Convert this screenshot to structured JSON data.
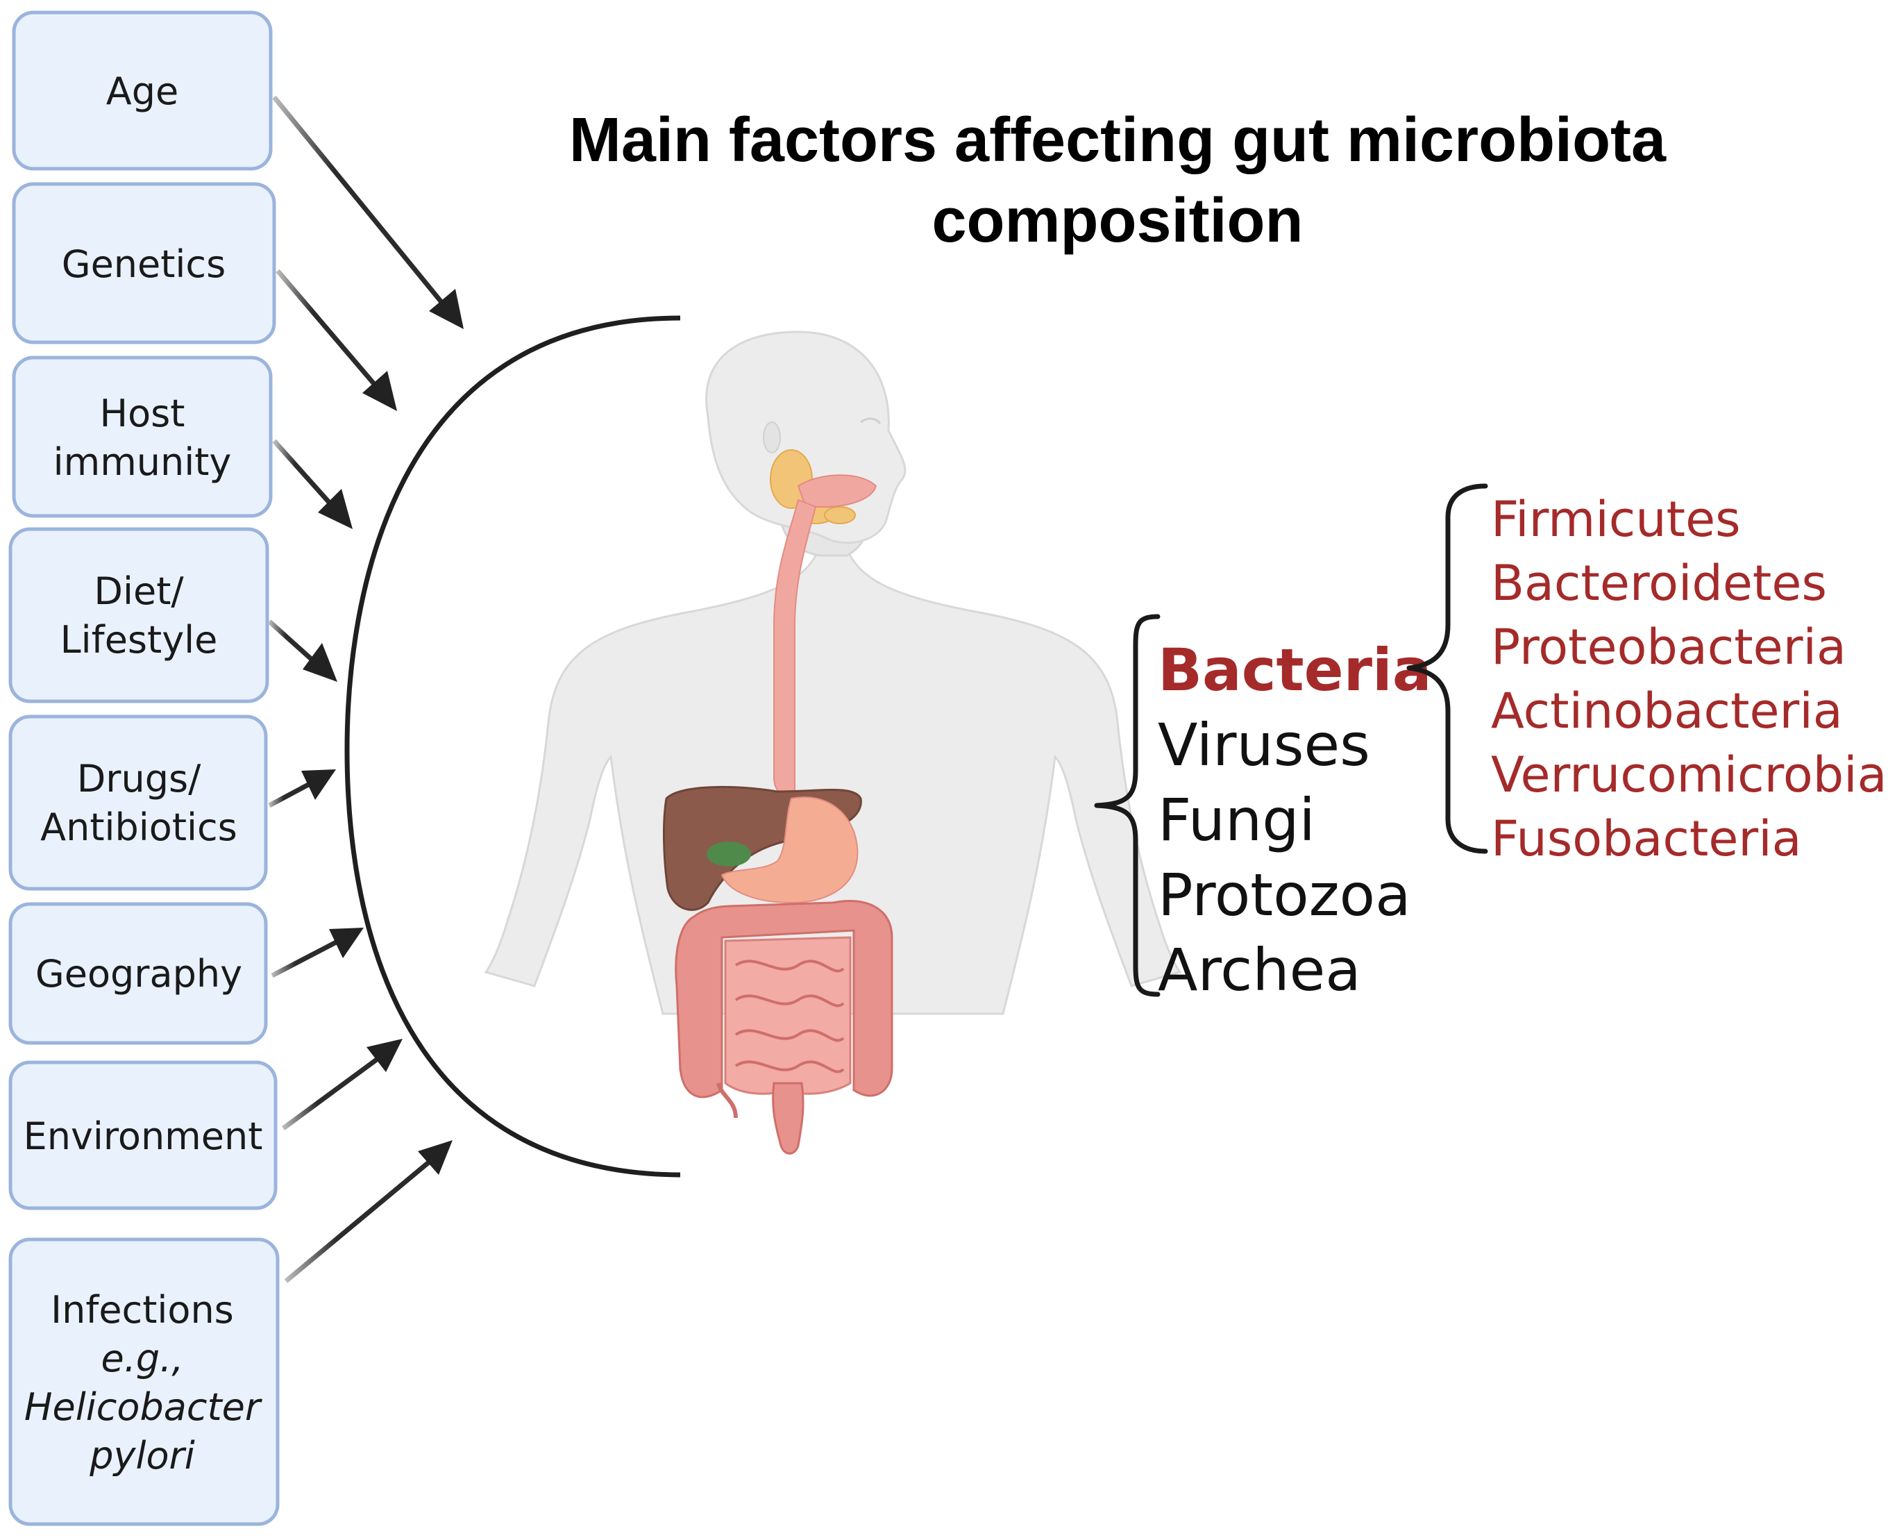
{
  "title": {
    "line1": "Main factors affecting gut microbiota",
    "line2": "composition"
  },
  "factors": [
    {
      "lines": [
        "Age"
      ]
    },
    {
      "lines": [
        "Genetics"
      ]
    },
    {
      "lines": [
        "Host",
        "immunity"
      ]
    },
    {
      "lines": [
        "Diet/",
        "Lifestyle"
      ]
    },
    {
      "lines": [
        "Drugs/",
        "Antibiotics"
      ]
    },
    {
      "lines": [
        "Geography"
      ]
    },
    {
      "lines": [
        "Environment"
      ]
    },
    {
      "lines": [
        "Infections",
        "e.g.,",
        "Helicobacter",
        "pylori"
      ],
      "italic_from": 1
    }
  ],
  "microbes": [
    "Bacteria",
    "Viruses",
    "Fungi",
    "Protozoa",
    "Archea"
  ],
  "bacterial_phyla": [
    "Firmicutes",
    "Bacteroidetes",
    "Proteobacteria",
    "Actinobacteria",
    "Verrucomicrobia",
    "Fusobacteria"
  ],
  "colors": {
    "box_fill": "#e9f1fd",
    "box_stroke": "#9bb4dc",
    "highlight_red": "#a52a2a",
    "body_skin": "#ececec",
    "liver": "#8b5a4a",
    "intestine": "#e7928c",
    "esophagus": "#f0a79f",
    "salivary_gland": "#f2c477",
    "gallbladder": "#4f8a4a"
  }
}
